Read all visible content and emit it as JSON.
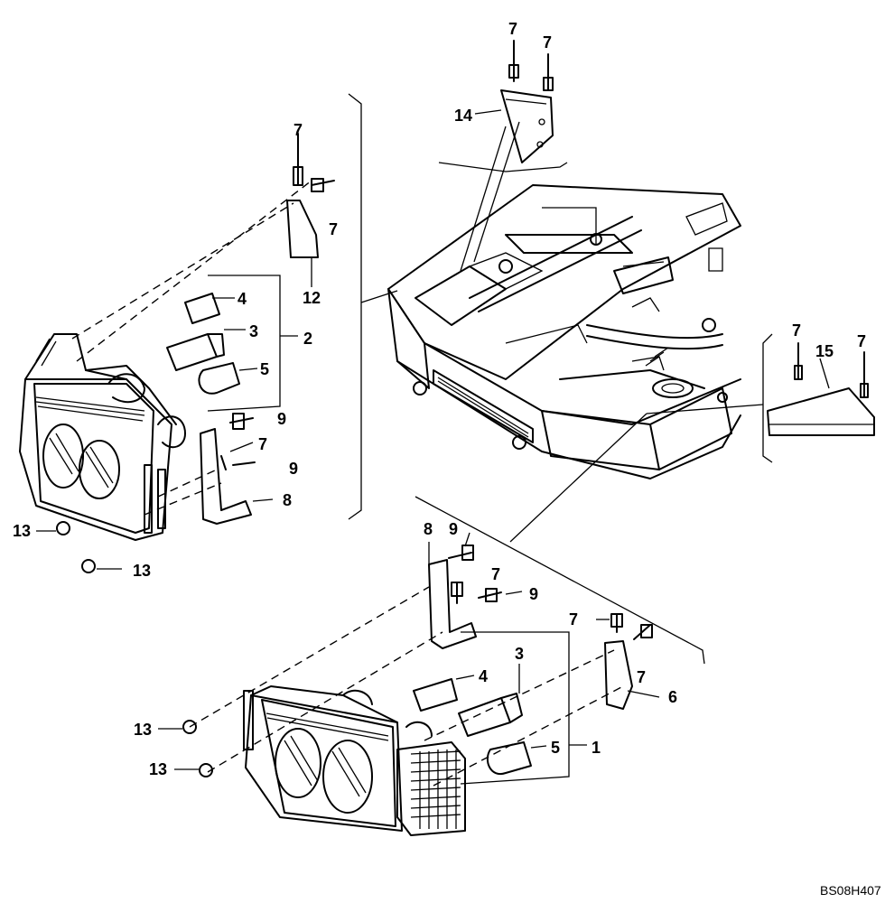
{
  "drawing_code": "BS08H407",
  "callouts": {
    "c1": "1",
    "c2": "2",
    "c3": "3",
    "c4": "4",
    "c5": "5",
    "c6": "6",
    "c7": "7",
    "c8": "8",
    "c9": "9",
    "c12": "12",
    "c13": "13",
    "c14": "14",
    "c15": "15"
  },
  "colors": {
    "line": "#000000",
    "background": "#ffffff"
  }
}
